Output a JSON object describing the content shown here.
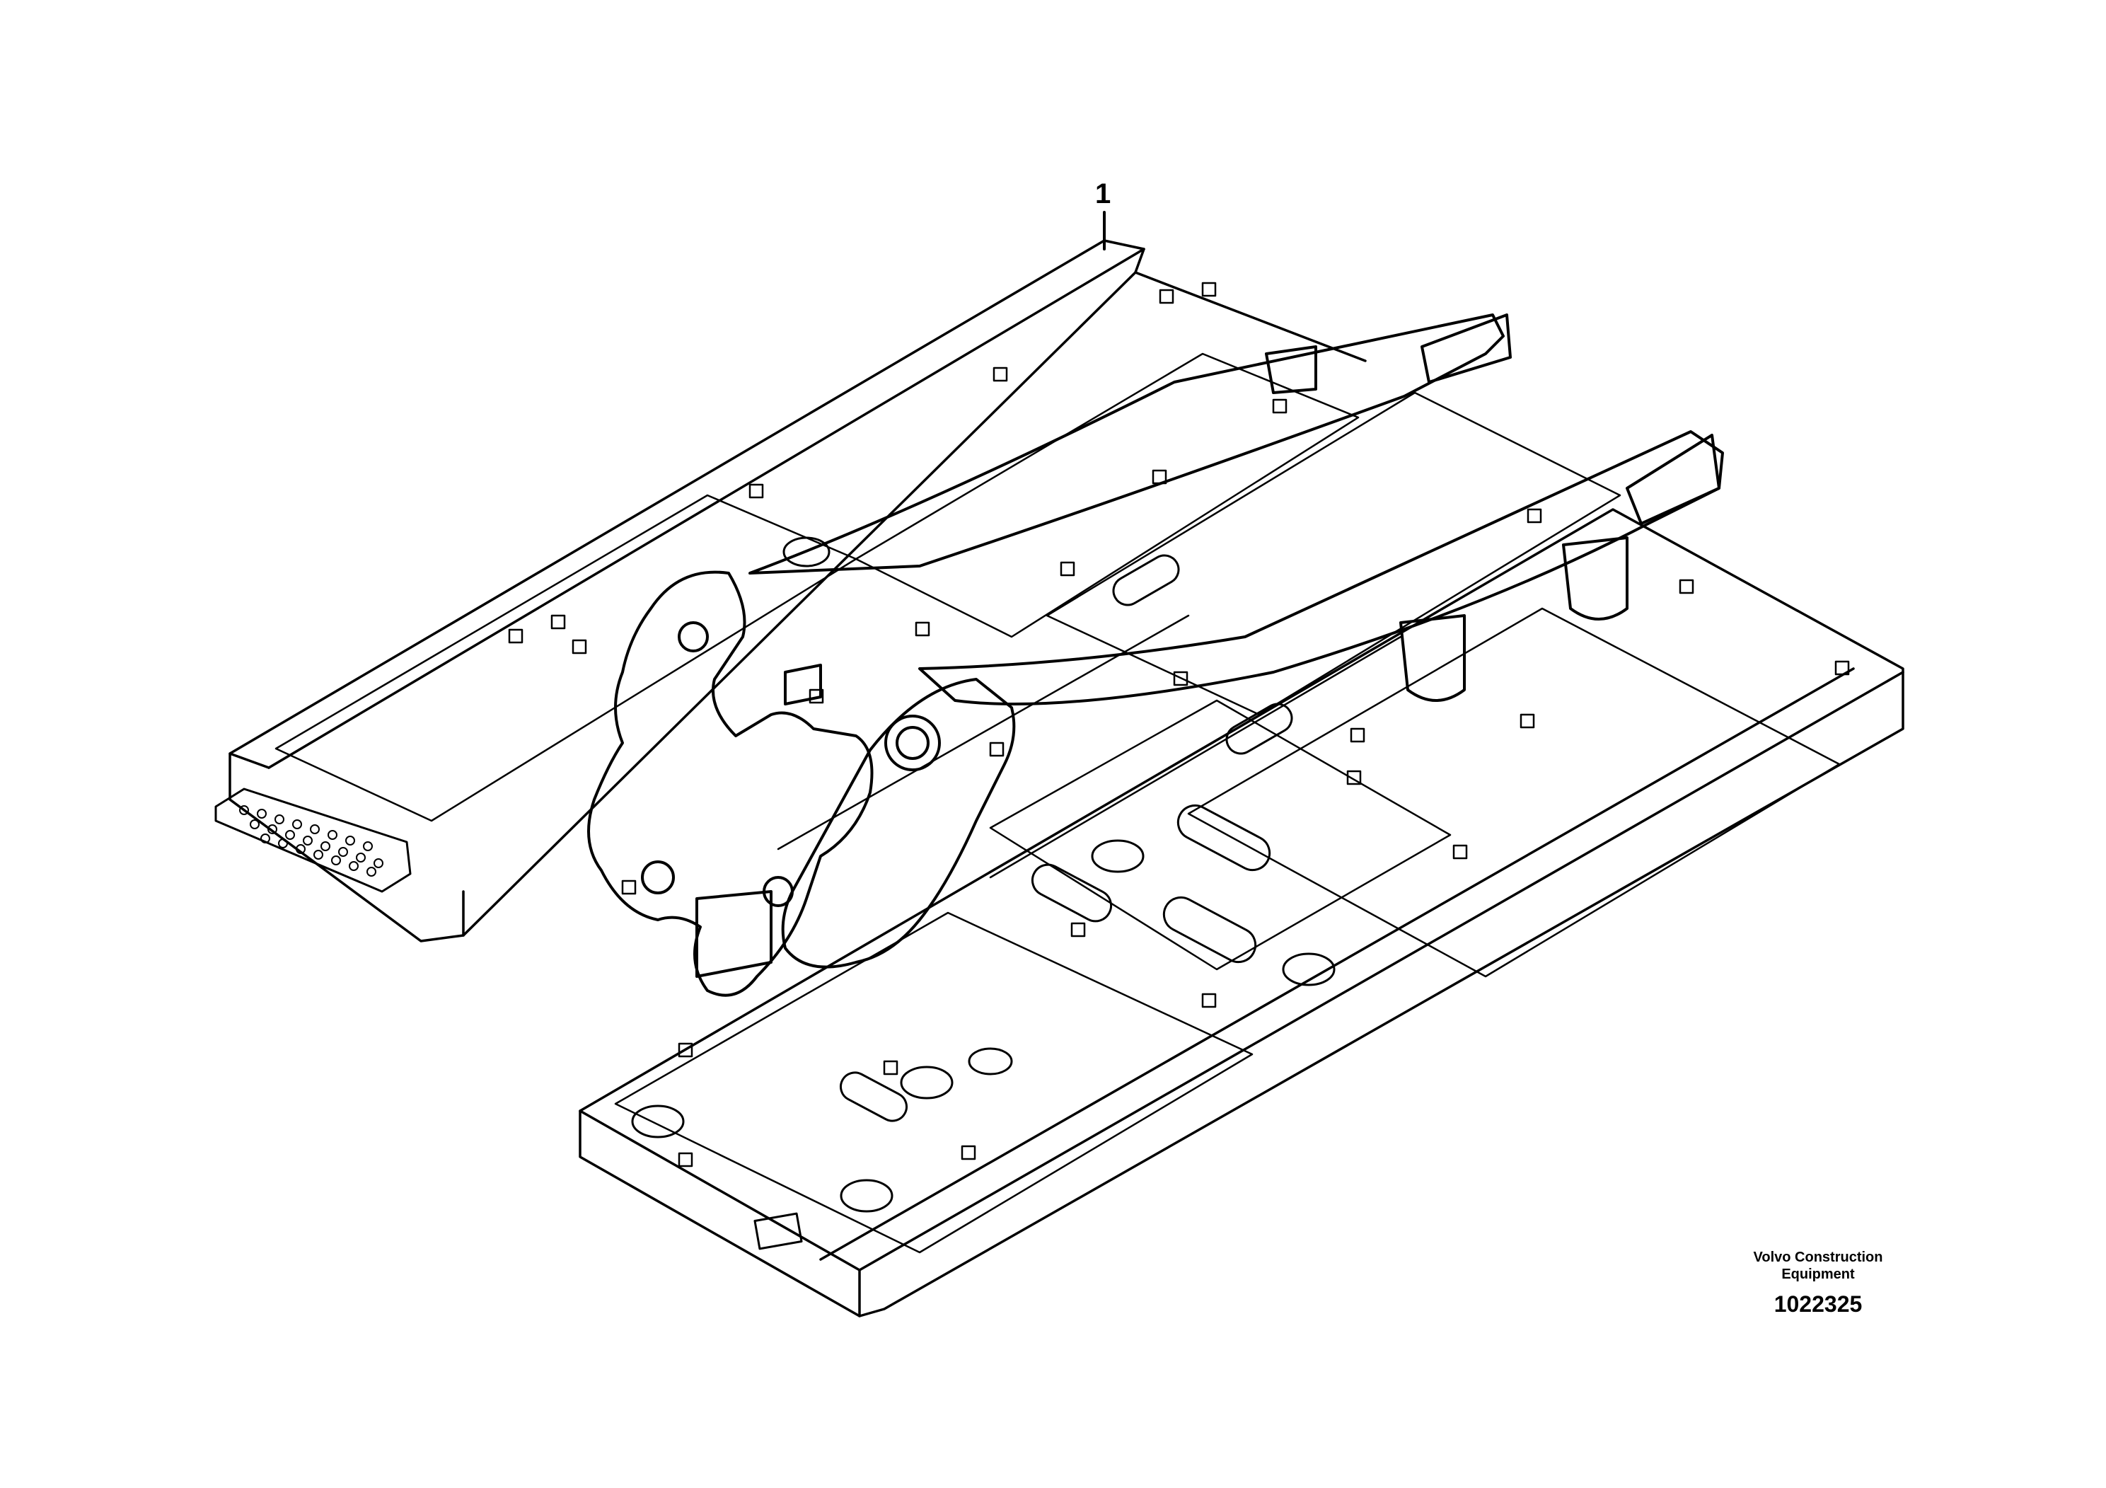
{
  "callout": {
    "label": "1"
  },
  "credit": {
    "line1": "Volvo Construction",
    "line2": "Equipment",
    "number": "1022325"
  }
}
